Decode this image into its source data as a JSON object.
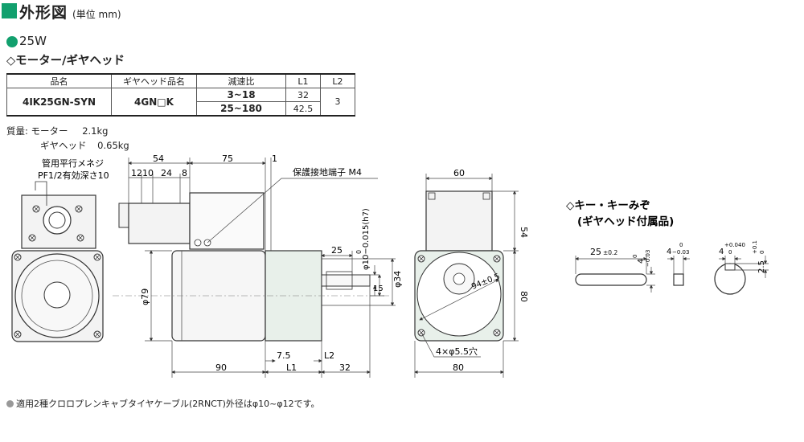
{
  "header": {
    "title": "外形図",
    "unit": "(単位 mm)"
  },
  "section": {
    "power": "25W",
    "subtitle": "◇モーター/ギヤヘッド"
  },
  "table": {
    "headers": [
      "品名",
      "ギヤヘッド品名",
      "減速比",
      "L1",
      "L2"
    ],
    "product": "4IK25GN-SYN",
    "gearhead": "4GN□K",
    "rows": [
      {
        "ratio": "3~18",
        "l1": "32"
      },
      {
        "ratio": "25~180",
        "l1": "42.5"
      }
    ],
    "l2": "3"
  },
  "mass": {
    "label": "質量:",
    "motor_label": "モーター",
    "motor_value": "2.1kg",
    "gearhead_label": "ギヤヘッド",
    "gearhead_value": "0.65kg"
  },
  "drawing": {
    "pipe_thread_1": "管用平行メネジ",
    "pipe_thread_2": "PF1/2有効深さ10",
    "ground_terminal": "保護接地端子 M4",
    "dim_54": "54",
    "dim_75": "75",
    "dim_1": "1",
    "dim_12": "12",
    "dim_10": "10",
    "dim_24": "24",
    "dim_8": "8",
    "dim_25": "25",
    "dim_shaft_tol_0": "0",
    "dim_shaft": "φ10−0.015(h7)",
    "dim_15": "15",
    "dim_phi34": "φ34",
    "dim_phi79": "φ79",
    "dim_7_5": "7.5",
    "dim_L2": "L2",
    "dim_90": "90",
    "dim_L1": "L1",
    "dim_32": "32",
    "dim_60": "60",
    "dim_54_side": "54",
    "dim_94": "94±0.5",
    "dim_80_side": "80",
    "dim_holes": "4×φ5.5穴",
    "dim_80_bottom": "80"
  },
  "key": {
    "title": "◇キー・キーみぞ",
    "subtitle": "(ギヤヘッド付属品)",
    "dim_25": "25",
    "tol_02": "±0.2",
    "dim_4_v": "4",
    "tol_0": "0",
    "tol_003": "−0.03",
    "dim_4_h": "4",
    "dim_4_groove": "4",
    "tol_0040": "+0.040",
    "tol_0b": "0",
    "dim_2_5": "2.5",
    "tol_01": "+0.1",
    "tol_0c": "0"
  },
  "footnote": "適用2種クロロプレンキャブタイヤケーブル(2RNCT)外径はφ10~φ12です。",
  "colors": {
    "accent": "#12a06e",
    "line": "#333333",
    "dim": "#444444",
    "fill": "#f2f2f2"
  }
}
